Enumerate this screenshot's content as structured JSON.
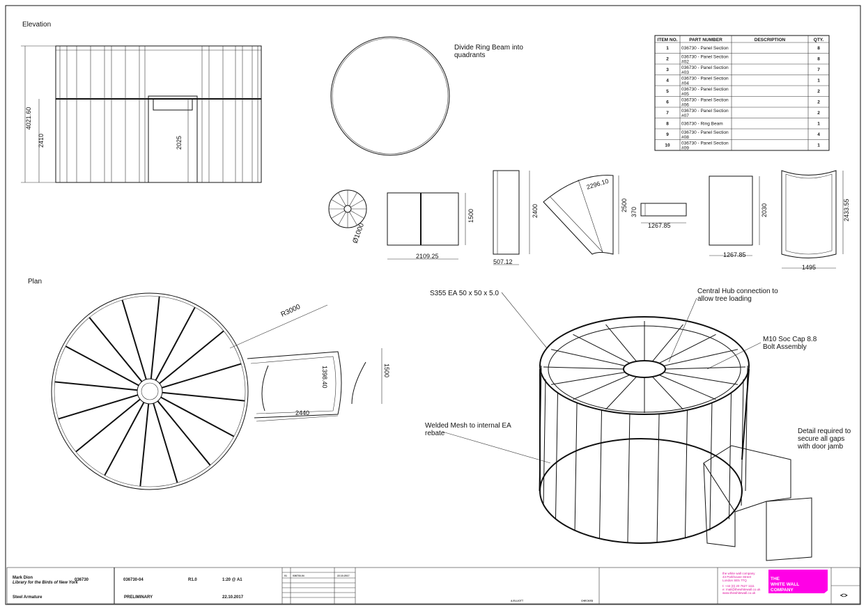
{
  "views": {
    "elevation_label": "Elevation",
    "plan_label": "Plan"
  },
  "elevation_dims": {
    "overall_height": "4021.60",
    "wall_height": "2410",
    "door_height": "2025"
  },
  "ring_note": "Divide Ring Beam into",
  "ring_note_2": "quadrants",
  "part_dims": {
    "hub_dia": "Ø1000",
    "panel_width": "2109.25",
    "panel_height": "1500",
    "tall_height": "2400",
    "tall_width": "507.12",
    "fan_length": "2296.10",
    "fan_height": "2500",
    "beam_height": "370",
    "beam_width": "1267.85",
    "door_panel_height": "2030",
    "door_panel_width": "1267.85",
    "curved_height": "2433.55",
    "curved_width": "1495"
  },
  "plan_dims": {
    "radius": "R3000",
    "inner": "1398.40",
    "outer": "1500",
    "length": "2440"
  },
  "callouts": {
    "section": "S355 EA 50 x 50 x 5.0",
    "hub_1": "Central Hub connection to",
    "hub_2": "allow tree loading",
    "bolt_1": "M10 Soc Cap 8.8",
    "bolt_2": "Bolt Assembly",
    "mesh_1": "Welded Mesh to internal EA",
    "mesh_2": "rebate",
    "detail_1": "Detail required to",
    "detail_2": "secure all gaps",
    "detail_3": "with door jamb"
  },
  "bom": {
    "headers": [
      "ITEM NO.",
      "PART NUMBER",
      "DESCRIPTION",
      "QTY."
    ],
    "rows": [
      {
        "item": "1",
        "part": "036730 - Panel Section",
        "part2": "",
        "qty": "8"
      },
      {
        "item": "2",
        "part": "036730 - Panel Section",
        "part2": "#02",
        "qty": "8"
      },
      {
        "item": "3",
        "part": "036730 - Panel Section",
        "part2": "#03",
        "qty": "7"
      },
      {
        "item": "4",
        "part": "036730 - Panel Section",
        "part2": "#04",
        "qty": "1"
      },
      {
        "item": "5",
        "part": "036730 - Panel Section",
        "part2": "#05",
        "qty": "2"
      },
      {
        "item": "6",
        "part": "036730 - Panel Section",
        "part2": "#06",
        "qty": "2"
      },
      {
        "item": "7",
        "part": "036730 - Panel Section",
        "part2": "#07",
        "qty": "2"
      },
      {
        "item": "8",
        "part": "036730 - Ring Beam",
        "part2": "",
        "qty": "1"
      },
      {
        "item": "9",
        "part": "036730 - Panel Section",
        "part2": "#08",
        "qty": "4"
      },
      {
        "item": "10",
        "part": "036730 - Panel Section",
        "part2": "#09",
        "qty": "1"
      }
    ]
  },
  "title_block": {
    "client": "Mark Dion",
    "project": "Library for the Birds of New York",
    "project_no": "036730",
    "drawing_no": "036730-04",
    "revision": "R1.0",
    "scale": "1:20 @ A1",
    "description": "Steel Armature",
    "status": "PRELIMINARY",
    "date": "22.10.2017",
    "rev_row": {
      "rev": "01",
      "drawing": "036730-04",
      "date": "22.10.2017"
    },
    "drawn_by": "A.ELLIOTT",
    "checked": "CHECKED",
    "company_name": "the white wall company",
    "address_1": "43 Parkhouse Street",
    "address_2": "London SE5 7TQ",
    "phone": "t: +44 (0) 20 7627 1111",
    "email": "e: mail@thewhitewall.co.uk",
    "web": "www.thewhitewall.co.uk",
    "logo_1": "THE",
    "logo_2": "WHITE WALL",
    "logo_3": "COMPANY",
    "nav_symbol": "<>",
    "brand_color": "#ff00e6"
  }
}
